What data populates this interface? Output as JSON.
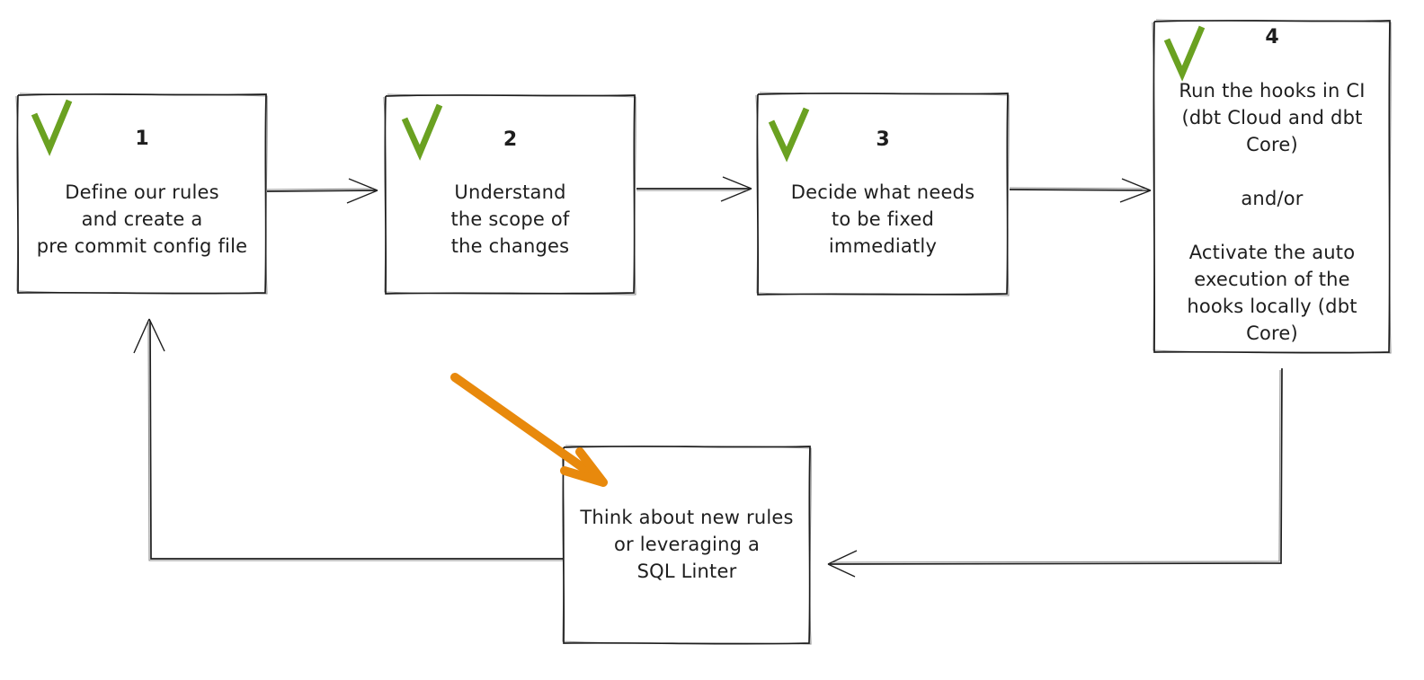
{
  "title": "pre-commit hooks workflow diagram",
  "colors": {
    "ink": "#1e1e1e",
    "check": "#6aa121",
    "orange": "#e8890c",
    "canvas": "#ffffff"
  },
  "steps": [
    {
      "number": "1",
      "checked": true,
      "check_icon": "green-checkmark",
      "lines": [
        "Define our rules",
        "and create a",
        "pre commit config file"
      ]
    },
    {
      "number": "2",
      "checked": true,
      "check_icon": "green-checkmark",
      "lines": [
        "Understand",
        "the scope of",
        "the changes"
      ]
    },
    {
      "number": "3",
      "checked": true,
      "check_icon": "green-checkmark",
      "lines": [
        "Decide what needs",
        "to be fixed",
        "immediatly"
      ]
    },
    {
      "number": "4",
      "checked": true,
      "check_icon": "green-checkmark",
      "lines": [
        "Run the hooks in CI",
        "(dbt Cloud and dbt",
        "Core)",
        "",
        "and/or",
        "",
        "Activate the auto",
        "execution of the",
        "hooks locally (dbt",
        "Core)"
      ]
    },
    {
      "number": "",
      "checked": false,
      "lines": [
        "Think about new rules",
        "or leveraging a",
        "SQL Linter"
      ]
    }
  ],
  "connectors": [
    {
      "from": "step-1",
      "to": "step-2",
      "style": "open-arrow"
    },
    {
      "from": "step-2",
      "to": "step-3",
      "style": "open-arrow"
    },
    {
      "from": "step-3",
      "to": "step-4",
      "style": "open-arrow"
    },
    {
      "from": "step-4",
      "to": "feedback",
      "style": "open-arrow-elbow"
    },
    {
      "from": "feedback",
      "to": "step-1",
      "style": "open-arrow-elbow"
    }
  ],
  "annotations": [
    {
      "type": "thick-arrow",
      "color": "#e8890c",
      "points_to": "feedback"
    }
  ]
}
